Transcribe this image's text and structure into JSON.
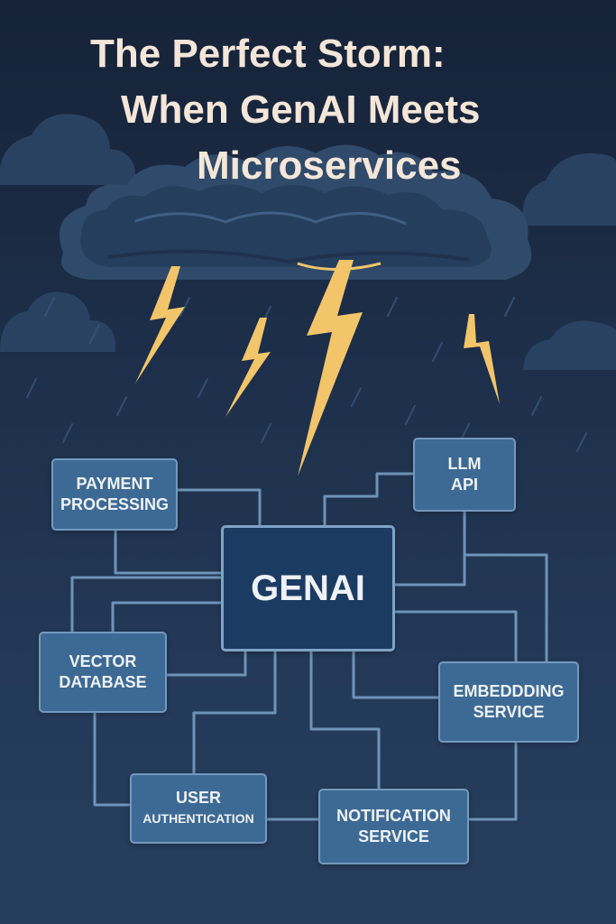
{
  "title": {
    "line1": "The Perfect Storm:",
    "line2": "When GenAI Meets",
    "line3": "Microservices"
  },
  "nodes": {
    "genai": "GENAI",
    "payment": [
      "PAYMENT",
      "PROCESSING"
    ],
    "llm": [
      "LLM",
      "API"
    ],
    "vector": [
      "VECTOR",
      "DATABASE"
    ],
    "embedding": [
      "EMBEDDDING",
      "SERVICE"
    ],
    "user": [
      "USER",
      "AUTHENTICATION"
    ],
    "notification": [
      "NOTIFICATION",
      "SERVICE"
    ]
  },
  "colors": {
    "background": "#1f3250",
    "cloud": "#304a6b",
    "lightning": "#f2c56a",
    "node_fill": "#3d6a94",
    "center_fill": "#1c3b63",
    "connector": "#6f93b8",
    "title_text": "#f4e6d8"
  }
}
